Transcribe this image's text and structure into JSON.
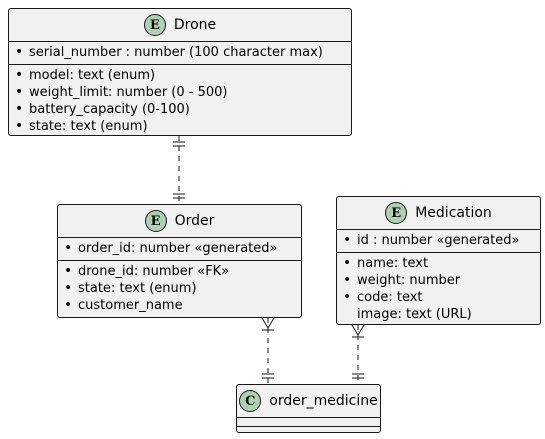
{
  "entities": {
    "drone": {
      "badge": "E",
      "name": "Drone",
      "keys": [
        {
          "bullet": "•",
          "text": "serial_number : number (100 character max)"
        }
      ],
      "attributes": [
        {
          "bullet": "•",
          "text": "model: text (enum)"
        },
        {
          "bullet": "•",
          "text": "weight_limit: number (0 - 500)"
        },
        {
          "bullet": "•",
          "text": "battery_capacity (0-100)"
        },
        {
          "bullet": "•",
          "text": "state: text (enum)"
        }
      ]
    },
    "order": {
      "badge": "E",
      "name": "Order",
      "keys": [
        {
          "bullet": "•",
          "text": "order_id: number «generated»"
        }
      ],
      "attributes": [
        {
          "bullet": "•",
          "text": "drone_id: number «FK»"
        },
        {
          "bullet": "•",
          "text": "state: text (enum)"
        },
        {
          "bullet": "•",
          "text": "customer_name"
        }
      ]
    },
    "medication": {
      "badge": "E",
      "name": "Medication",
      "keys": [
        {
          "bullet": "•",
          "text": "id : number «generated»"
        }
      ],
      "attributes": [
        {
          "bullet": "•",
          "text": "name: text"
        },
        {
          "bullet": "•",
          "text": "weight: number"
        },
        {
          "bullet": "•",
          "text": "code: text"
        },
        {
          "bullet": "",
          "text": "image: text (URL)"
        }
      ]
    },
    "order_medicine": {
      "badge": "C",
      "name": "order_medicine"
    }
  },
  "relations": [
    {
      "from": "drone",
      "to": "order",
      "from_end": "exactly-one",
      "to_end": "exactly-one",
      "style": "dashed"
    },
    {
      "from": "order",
      "to": "order_medicine",
      "from_end": "one-or-many",
      "to_end": "exactly-one",
      "style": "dashed"
    },
    {
      "from": "medication",
      "to": "order_medicine",
      "from_end": "one-or-many",
      "to_end": "exactly-one",
      "style": "dashed"
    }
  ],
  "colors": {
    "entity_fill": "#f1f1f1",
    "border": "#181818",
    "entity_badge": "#add1b2",
    "class_badge": "#add1b2"
  }
}
